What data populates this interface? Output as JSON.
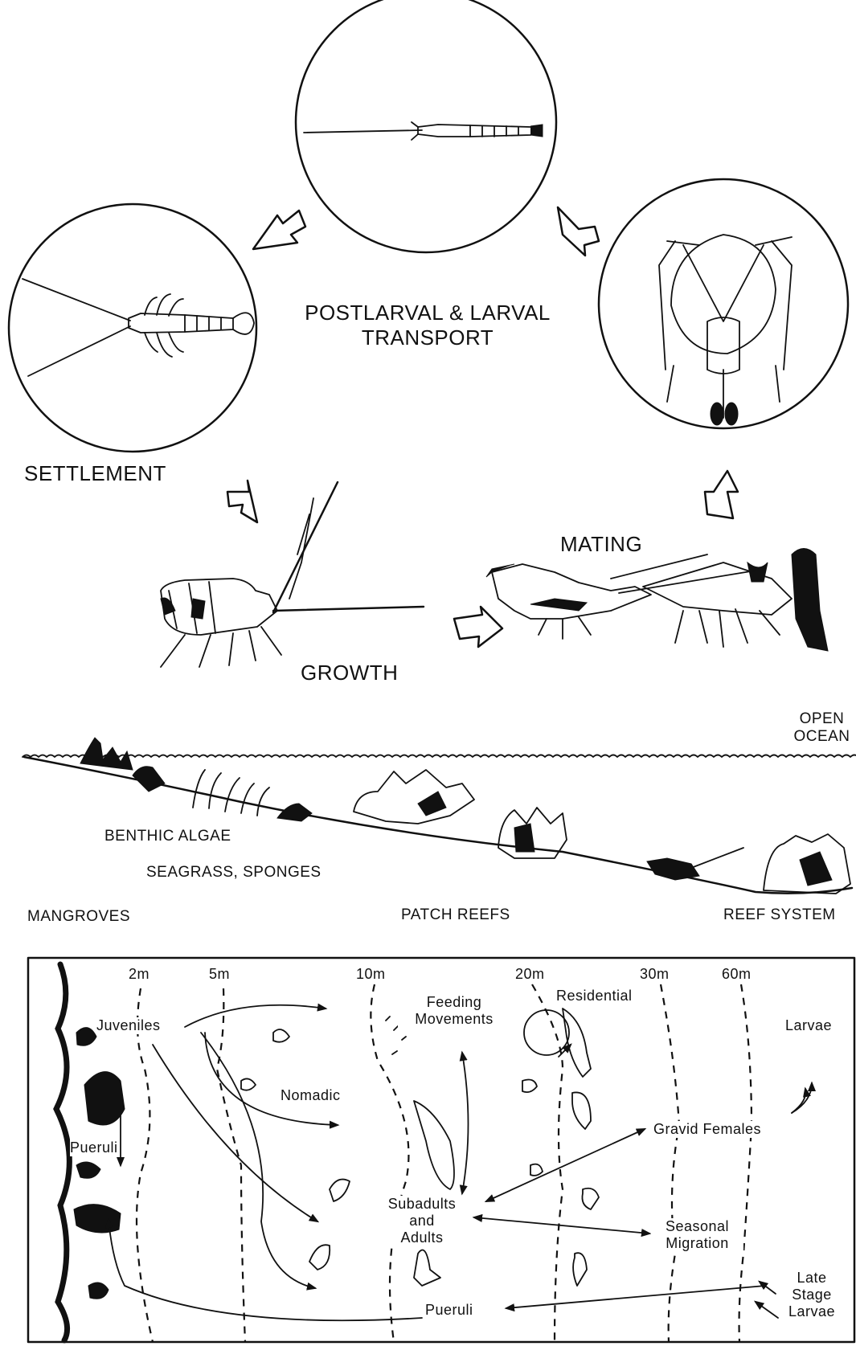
{
  "cycle": {
    "transport_line1": "POSTLARVAL & LARVAL",
    "transport_line2": "TRANSPORT",
    "settlement": "SETTLEMENT",
    "growth": "GROWTH",
    "mating": "MATING"
  },
  "profile": {
    "open_ocean_line1": "OPEN",
    "open_ocean_line2": "OCEAN",
    "benthic_algae": "BENTHIC ALGAE",
    "seagrass_sponges": "SEAGRASS, SPONGES",
    "mangroves": "MANGROVES",
    "patch_reefs": "PATCH REEFS",
    "reef_system": "REEF SYSTEM"
  },
  "map": {
    "depths": [
      "2m",
      "5m",
      "10m",
      "20m",
      "30m",
      "60m"
    ],
    "juveniles": "Juveniles",
    "pueruli_left": "Pueruli",
    "nomadic": "Nomadic",
    "feeding_line1": "Feeding",
    "feeding_line2": "Movements",
    "residential": "Residential",
    "larvae": "Larvae",
    "gravid_females": "Gravid Females",
    "subadults_line1": "Subadults",
    "subadults_line2": "and",
    "subadults_line3": "Adults",
    "seasonal_line1": "Seasonal",
    "seasonal_line2": "Migration",
    "pueruli_bottom": "Pueruli",
    "late_line1": "Late",
    "late_line2": "Stage",
    "late_line3": "Larvae"
  }
}
